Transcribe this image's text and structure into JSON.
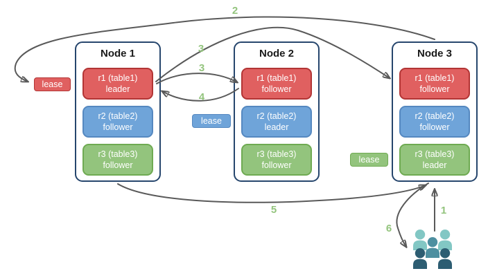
{
  "diagram": {
    "title": "range lease and replication diagram",
    "background": "#ffffff"
  },
  "colors": {
    "node_border": "#26466d",
    "arrow": "#595959",
    "step_label": "#93c47d",
    "red_fill": "#e06060",
    "red_border": "#b23535",
    "blue_fill": "#6fa4d9",
    "blue_border": "#5588c0",
    "green_fill": "#93c47d",
    "green_border": "#6faa52",
    "users_light": "#82c7c4",
    "users_mid": "#4d8fa0",
    "users_dark": "#2d5d72"
  },
  "nodes": [
    {
      "title": "Node 1",
      "replicas": [
        {
          "name": "r1 (table1)",
          "role": "leader",
          "color": "red"
        },
        {
          "name": "r2 (table2)",
          "role": "follower",
          "color": "blue"
        },
        {
          "name": "r3 (table3)",
          "role": "follower",
          "color": "green"
        }
      ]
    },
    {
      "title": "Node 2",
      "replicas": [
        {
          "name": "r1 (table1)",
          "role": "follower",
          "color": "red"
        },
        {
          "name": "r2 (table2)",
          "role": "leader",
          "color": "blue"
        },
        {
          "name": "r3 (table3)",
          "role": "follower",
          "color": "green"
        }
      ]
    },
    {
      "title": "Node 3",
      "replicas": [
        {
          "name": "r1 (table1)",
          "role": "follower",
          "color": "red"
        },
        {
          "name": "r2 (table2)",
          "role": "follower",
          "color": "blue"
        },
        {
          "name": "r3 (table3)",
          "role": "leader",
          "color": "green"
        }
      ]
    }
  ],
  "leases": [
    {
      "label": "lease",
      "color": "red"
    },
    {
      "label": "lease",
      "color": "blue"
    },
    {
      "label": "lease",
      "color": "green"
    }
  ],
  "steps": {
    "s1": "1",
    "s2": "2",
    "s3a": "3",
    "s3b": "3",
    "s4": "4",
    "s5": "5",
    "s6": "6"
  },
  "icons": {
    "users_group": "users-group-icon"
  }
}
